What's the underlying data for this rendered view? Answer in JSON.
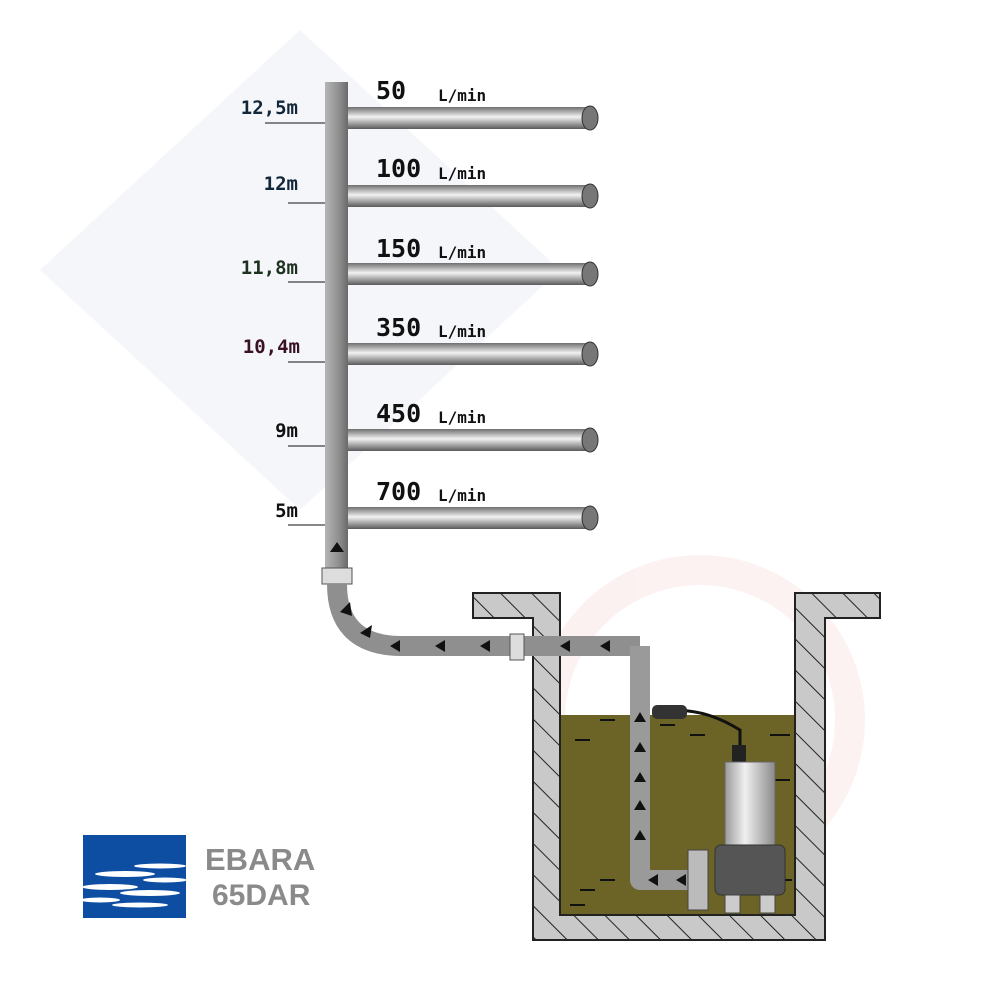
{
  "rows": [
    {
      "height": "12,5m",
      "flow": "50",
      "unit": "L/min",
      "height_color": "#12283a"
    },
    {
      "height": "12m",
      "flow": "100",
      "unit": "L/min",
      "height_color": "#12283a"
    },
    {
      "height": "11,8m",
      "flow": "150",
      "unit": "L/min",
      "height_color": "#1d3320"
    },
    {
      "height": "10,4m",
      "flow": "350",
      "unit": "L/min",
      "height_color": "#3a1222"
    },
    {
      "height": "9m",
      "flow": "450",
      "unit": "L/min",
      "height_color": "#111111"
    },
    {
      "height": "5m",
      "flow": "700",
      "unit": "L/min",
      "height_color": "#111111"
    }
  ],
  "logo": {
    "brand": "EBARA",
    "model": "65DAR",
    "color": "#0d4ea3"
  },
  "colors": {
    "water": "#6b6426",
    "pipe": "#9a9a9a",
    "wall": "#c9c9c9"
  }
}
